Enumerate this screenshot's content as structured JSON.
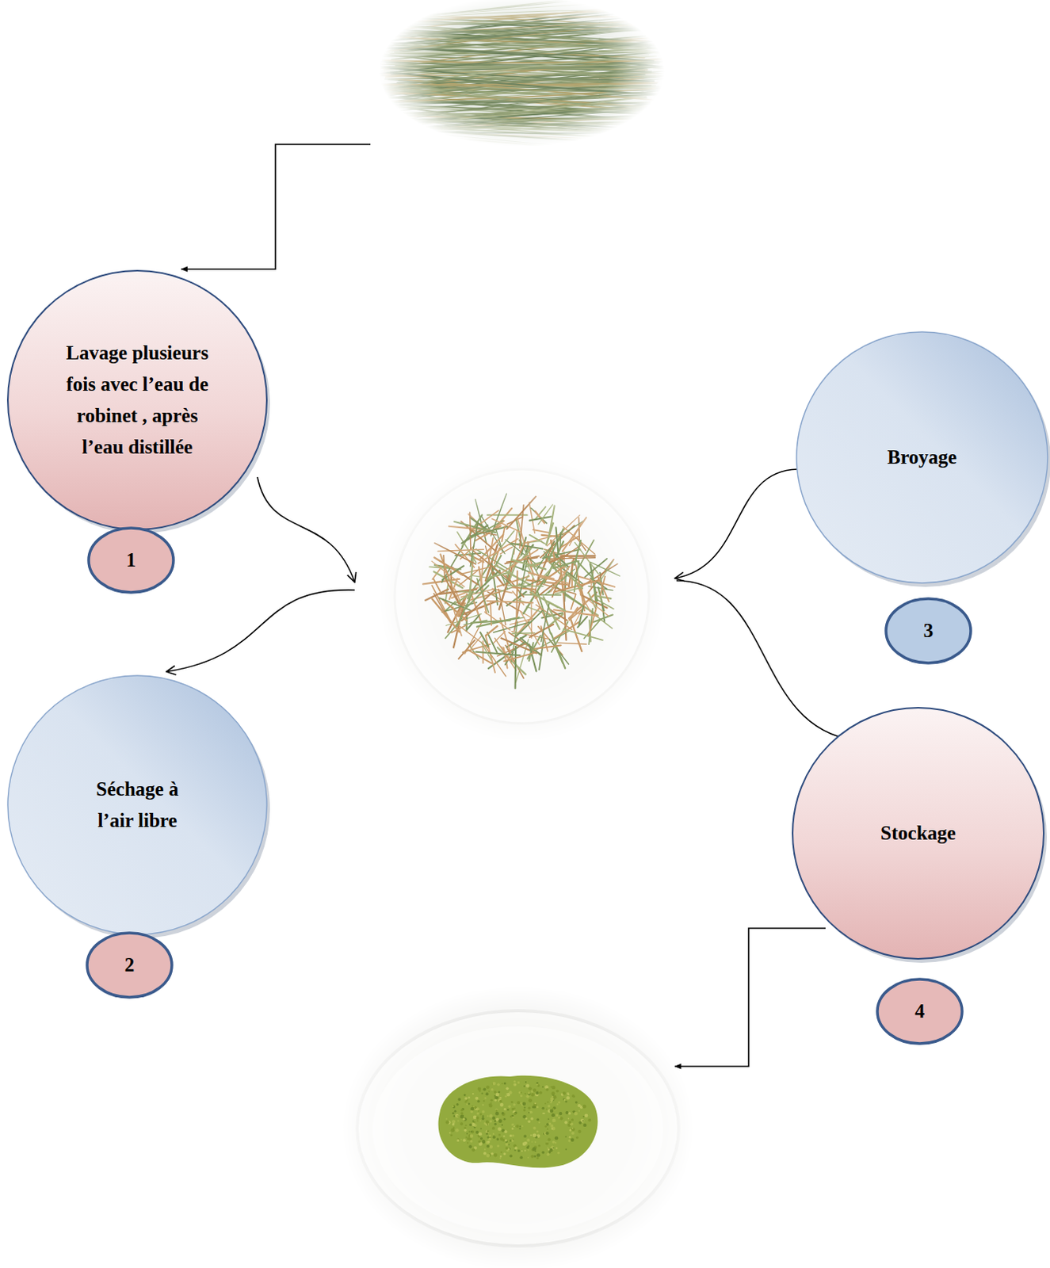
{
  "diagram": {
    "nodes": [
      {
        "text": [
          "Lavage plusieurs fois avec l’eau de robinet , après l’eau distillée"
        ]
      },
      {
        "text": [
          "1"
        ]
      },
      {
        "text": [
          "Séchage à l’air libre"
        ]
      },
      {
        "text": [
          "2"
        ]
      },
      {
        "text": [
          "Broyage"
        ]
      },
      {
        "text": [
          "3"
        ]
      },
      {
        "text": [
          "Stockage"
        ]
      },
      {
        "text": [
          "4"
        ]
      }
    ]
  }
}
